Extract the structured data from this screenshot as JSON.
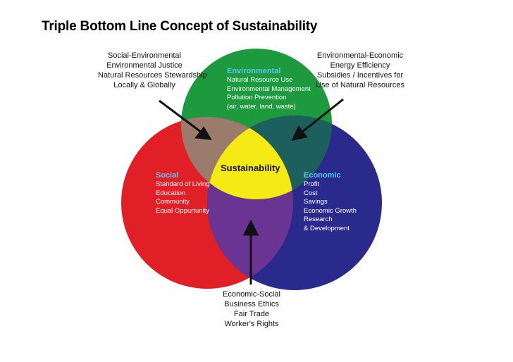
{
  "title": "Triple Bottom Line Concept of Sustainability",
  "colors": {
    "environmental": "#1e9a3e",
    "social": "#e01f26",
    "economic": "#2a2a8c",
    "social_environmental": "#9b7b6b",
    "environmental_economic": "#1c5f5c",
    "economic_social": "#6a3592",
    "sustainability": "#f5ea14"
  },
  "center_label": "Sustainability",
  "circles": {
    "environmental": {
      "heading": "Environmental",
      "heading_color": "#5cc6f0",
      "items": [
        "Natural Resource Use",
        "Environmental Management",
        "Pollution Prevention",
        "(air, water, land, waste)"
      ]
    },
    "social": {
      "heading": "Social",
      "heading_color": "#5cc6f0",
      "items": [
        "Standard of Living",
        "Education",
        "Community",
        "Equal Oppurtunity"
      ]
    },
    "economic": {
      "heading": "Economic",
      "heading_color": "#5cc6f0",
      "items": [
        "Profit",
        "Cost",
        "Savings",
        "Economic Growth",
        "Research",
        "& Development"
      ]
    }
  },
  "callouts": {
    "social_environmental": [
      "Social-Environmental",
      "Environmental Justice",
      "Natural Resources Stewardship",
      "Locally & Globally"
    ],
    "environmental_economic": [
      "Environmental-Economic",
      "Energy Efficiency",
      "Subsidies / Incentives for",
      "Use of Natural Resources"
    ],
    "economic_social": [
      "Economic-Social",
      "Business Ethics",
      "Fair Trade",
      "Worker's Rights"
    ]
  }
}
